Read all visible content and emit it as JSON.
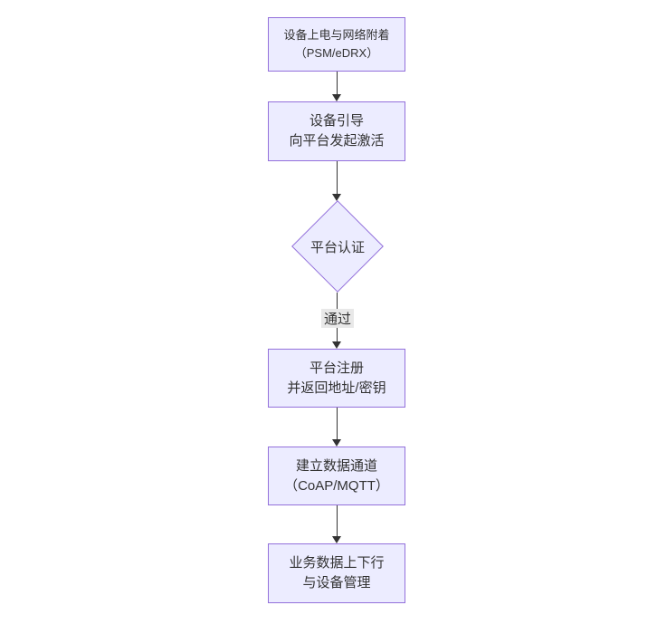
{
  "diagram": {
    "type": "flowchart-top-down",
    "nodes": [
      {
        "id": "power-attach",
        "lines": [
          "设备上电与网络附着",
          "（PSM/eDRX）"
        ]
      },
      {
        "id": "bootstrap",
        "lines": [
          "设备引导",
          "向平台发起激活"
        ]
      },
      {
        "id": "register",
        "lines": [
          "平台注册",
          "并返回地址/密钥"
        ]
      },
      {
        "id": "data-channel",
        "lines": [
          "建立数据通道",
          "（CoAP/MQTT）"
        ]
      },
      {
        "id": "business",
        "lines": [
          "业务数据上下行",
          "与设备管理"
        ]
      }
    ],
    "decision": {
      "label": "平台认证"
    },
    "edge_labels": [
      "通过"
    ],
    "colors": {
      "canvas_bg": "#ffffff",
      "node_fill": "#ECECFF",
      "node_border": "#9370DB",
      "arrow": "#333333",
      "edge_label_bg": "#e8e8e8",
      "text": "#333333"
    }
  }
}
